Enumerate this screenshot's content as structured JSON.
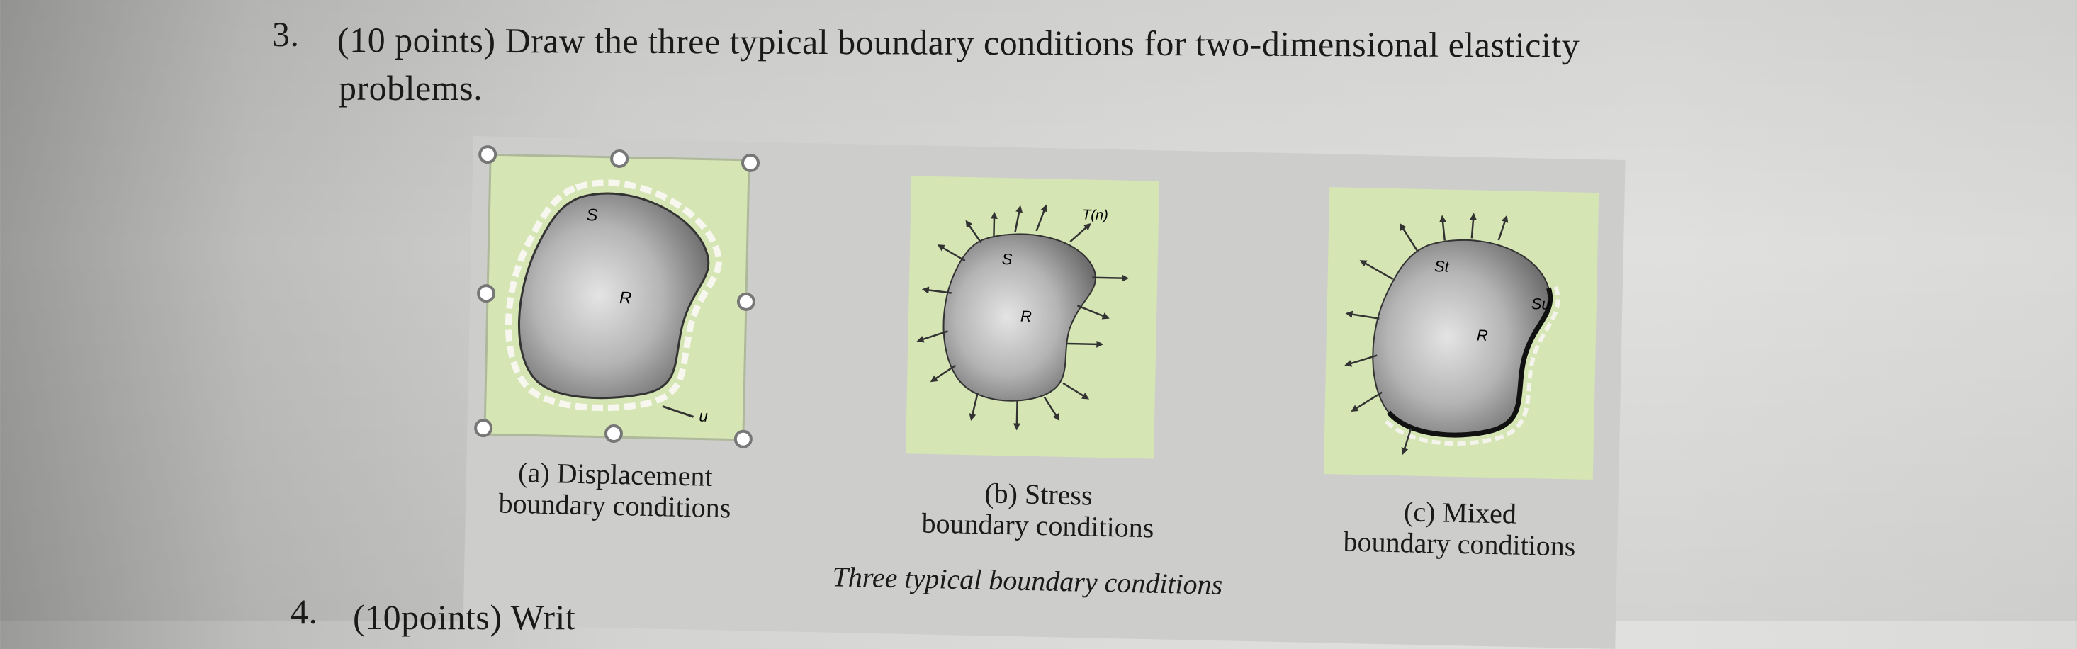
{
  "question3": {
    "number": "3.",
    "line1": "(10 points) Draw the three typical boundary conditions for two-dimensional elasticity",
    "line2": "problems."
  },
  "question4": {
    "number": "4.",
    "partial_text": "(10points) Writ"
  },
  "figure": {
    "title": "Three typical boundary conditions",
    "panel_a": {
      "caption_line1": "(a) Displacement",
      "caption_line2": "boundary conditions",
      "boundary_label": "S",
      "region_label": "R",
      "displacement_label": "u"
    },
    "panel_b": {
      "caption_line1": "(b) Stress",
      "caption_line2": "boundary conditions",
      "boundary_label": "S",
      "region_label": "R",
      "traction_label": "T(n)"
    },
    "panel_c": {
      "caption_line1": "(c) Mixed",
      "caption_line2": "boundary conditions",
      "traction_boundary_label": "St",
      "displacement_boundary_label": "Su",
      "region_label": "R"
    },
    "colors": {
      "panel_green": "#d5e5b3",
      "body_gray": "#9b9b9b",
      "handle_fill": "#ffffff"
    }
  }
}
